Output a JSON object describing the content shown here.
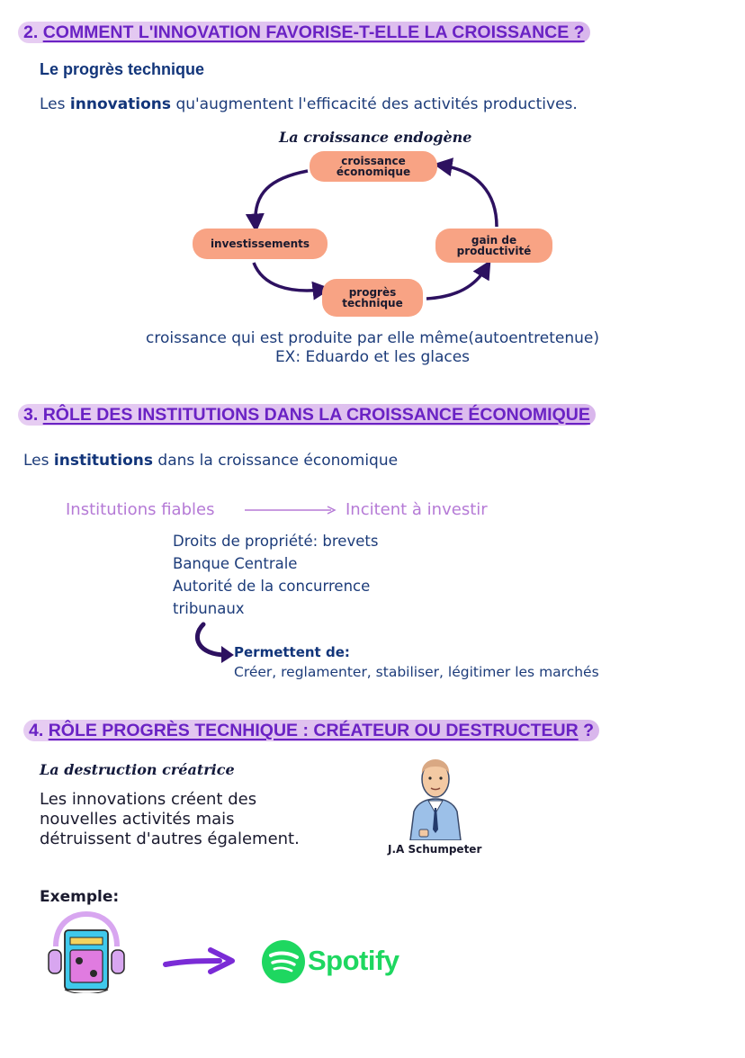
{
  "section2": {
    "number": "2.",
    "title": "COMMENT L'INNOVATION FAVORISE-T-ELLE LA CROISSANCE ?",
    "subheading": "Le progrès technique",
    "line_prefix": "Les",
    "line_bold": "innovations",
    "line_rest": "qu'augmentent l'efficacité des activités productives.",
    "diagram": {
      "title": "La croissance endogène",
      "node_top_1": "croissance",
      "node_top_2": "économique",
      "node_left": "investissements",
      "node_right_1": "gain de",
      "node_right_2": "productivité",
      "node_bottom_1": "progrès",
      "node_bottom_2": "technique",
      "arrow_color": "#2d1160",
      "pill_color": "#f8a384"
    },
    "caption_1": "croissance qui est produite par elle même(autoentretenue)",
    "caption_2": "EX: Eduardo et les glaces"
  },
  "section3": {
    "number": "3.",
    "title": "RÔLE DES INSTITUTIONS DANS LA CROISSANCE ÉCONOMIQUE",
    "line_prefix": "Les",
    "line_bold": "institutions",
    "line_rest": "dans la croissance économique",
    "left_text": "Institutions fiables",
    "right_text": "Incitent à investir",
    "items": [
      "Droits de propriété: brevets",
      "Banque Centrale",
      "Autorité de la concurrence",
      "tribunaux"
    ],
    "permettent_label": "Permettent de:",
    "permettent_text": "Créer, reglamenter, stabiliser, légitimer les marchés"
  },
  "section4": {
    "number": "4.",
    "title": "RÔLE PROGRÈS TECNHIQUE : CRÉATEUR OU DESTRUCTEUR",
    "title_suffix": "?",
    "subheading": "La destruction créatrice",
    "text_1": "Les innovations créent des",
    "text_2": "nouvelles activités mais",
    "text_3": "détruissent d'autres également.",
    "portrait_caption": "J.A Schumpeter",
    "example_label": "Exemple:",
    "spotify_label": "Spotify",
    "spotify_color": "#1ed760",
    "arrow_color": "#7a2bd6"
  },
  "colors": {
    "heading_text": "#6a22c4",
    "heading_bg": "#dcbdee",
    "body_text": "#1d3c7a",
    "lilac": "#b57ad6"
  }
}
